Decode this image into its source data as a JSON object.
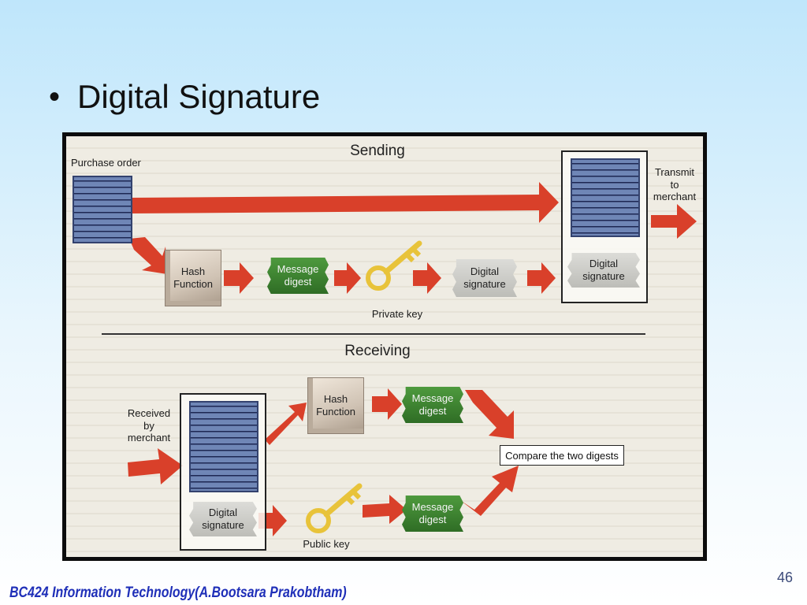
{
  "slide": {
    "title": "Digital Signature",
    "footer": "BC424 Information Technology(A.Bootsara Prakobtham)",
    "page_number": "46"
  },
  "diagram": {
    "sending": {
      "heading": "Sending",
      "purchase_order": "Purchase order",
      "hash_function": [
        "Hash",
        "Function"
      ],
      "message_digest": [
        "Message",
        "digest"
      ],
      "private_key": "Private key",
      "digital_signature": [
        "Digital",
        "signature"
      ],
      "packet_signature": [
        "Digital",
        "signature"
      ],
      "transmit": [
        "Transmit",
        "to",
        "merchant"
      ]
    },
    "receiving": {
      "heading": "Receiving",
      "received": [
        "Received",
        "by",
        "merchant"
      ],
      "hash_function": [
        "Hash",
        "Function"
      ],
      "message_digest_top": [
        "Message",
        "digest"
      ],
      "message_digest_bottom": [
        "Message",
        "digest"
      ],
      "digital_signature": [
        "Digital",
        "signature"
      ],
      "public_key": "Public key",
      "compare": "Compare the two digests"
    }
  },
  "colors": {
    "arrow": "#d9402a",
    "green_box": "#3c8230",
    "document": "#6f86b6",
    "key": "#e8c33a",
    "footer": "#1f2fb8"
  }
}
